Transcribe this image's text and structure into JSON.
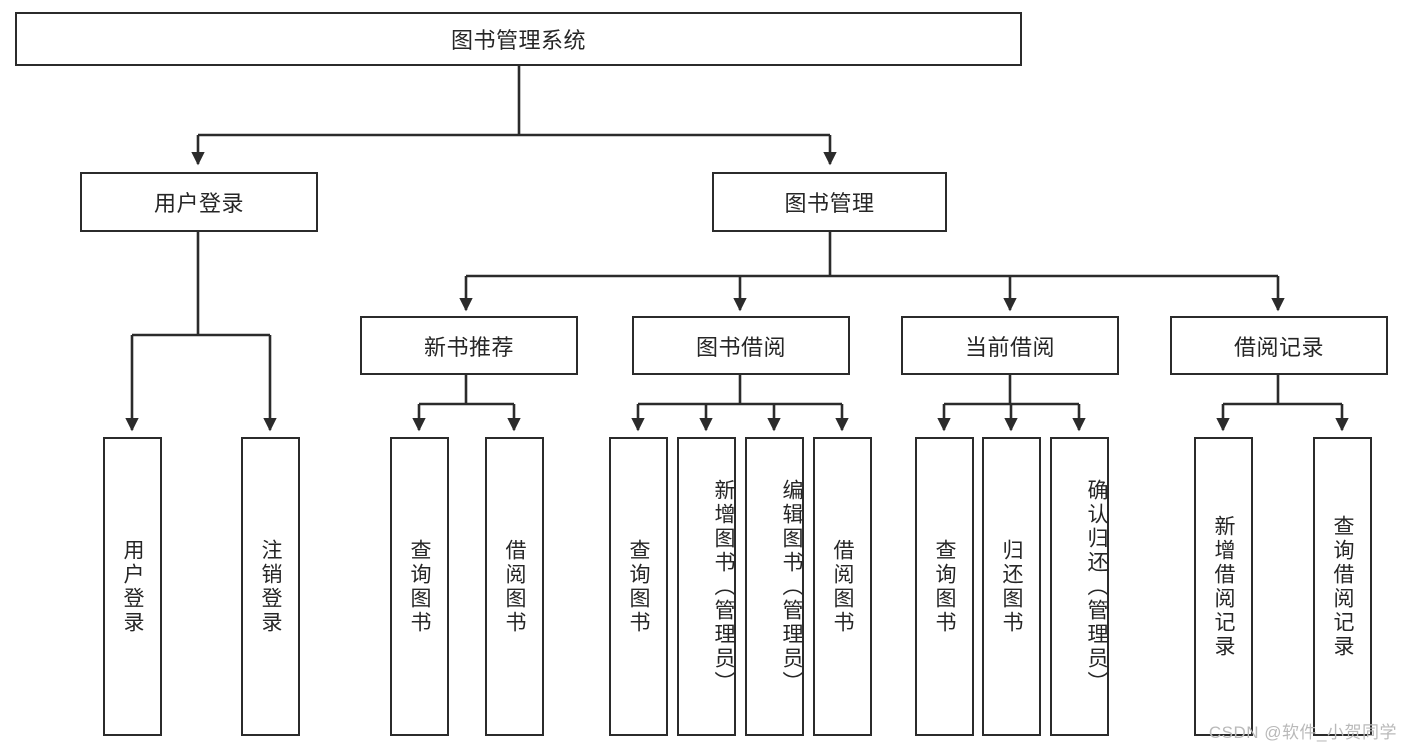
{
  "diagram": {
    "type": "tree",
    "title": "图书管理系统",
    "colors": {
      "stroke": "#2b2b2b",
      "box_fill": "#ffffff",
      "text": "#262626",
      "watermark": "#b9b9b9",
      "background": "#ffffff"
    },
    "root": {
      "id": "root",
      "label": "图书管理系统",
      "orientation": "horizontal"
    },
    "level2": [
      {
        "id": "user-login",
        "label": "用户登录",
        "orientation": "horizontal"
      },
      {
        "id": "book-manage",
        "label": "图书管理",
        "orientation": "horizontal"
      }
    ],
    "level3": [
      {
        "id": "new-book-recommend",
        "label": "新书推荐",
        "orientation": "horizontal",
        "parent": "book-manage"
      },
      {
        "id": "book-borrow",
        "label": "图书借阅",
        "orientation": "horizontal",
        "parent": "book-manage"
      },
      {
        "id": "current-borrow",
        "label": "当前借阅",
        "orientation": "horizontal",
        "parent": "book-manage"
      },
      {
        "id": "borrow-record",
        "label": "借阅记录",
        "orientation": "horizontal",
        "parent": "book-manage"
      }
    ],
    "leaves": [
      {
        "id": "leaf-user-login",
        "label": "用户登录",
        "parent": "user-login",
        "orientation": "vertical"
      },
      {
        "id": "leaf-logout",
        "label": "注销登录",
        "parent": "user-login",
        "orientation": "vertical"
      },
      {
        "id": "leaf-query-book-1",
        "label": "查询图书",
        "parent": "new-book-recommend",
        "orientation": "vertical"
      },
      {
        "id": "leaf-borrow-book-1",
        "label": "借阅图书",
        "parent": "new-book-recommend",
        "orientation": "vertical"
      },
      {
        "id": "leaf-query-book-2",
        "label": "查询图书",
        "parent": "book-borrow",
        "orientation": "vertical"
      },
      {
        "id": "leaf-add-book",
        "label": "新增图书（管理员）",
        "parent": "book-borrow",
        "orientation": "vertical"
      },
      {
        "id": "leaf-edit-book",
        "label": "编辑图书（管理员）",
        "parent": "book-borrow",
        "orientation": "vertical"
      },
      {
        "id": "leaf-borrow-book-2",
        "label": "借阅图书",
        "parent": "book-borrow",
        "orientation": "vertical"
      },
      {
        "id": "leaf-query-book-3",
        "label": "查询图书",
        "parent": "current-borrow",
        "orientation": "vertical"
      },
      {
        "id": "leaf-return-book",
        "label": "归还图书",
        "parent": "current-borrow",
        "orientation": "vertical"
      },
      {
        "id": "leaf-confirm-return",
        "label": "确认归还（管理员）",
        "parent": "current-borrow",
        "orientation": "vertical"
      },
      {
        "id": "leaf-add-record",
        "label": "新增借阅记录",
        "parent": "borrow-record",
        "orientation": "vertical"
      },
      {
        "id": "leaf-query-record",
        "label": "查询借阅记录",
        "parent": "borrow-record",
        "orientation": "vertical"
      }
    ]
  },
  "watermark": {
    "text": "CSDN @软件_小贺同学"
  }
}
